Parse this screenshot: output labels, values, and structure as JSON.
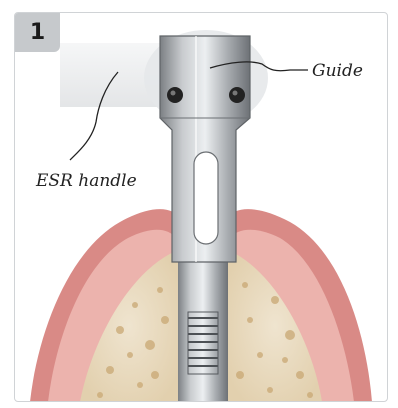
{
  "figure": {
    "step_number": "1",
    "labels": {
      "guide": "Guide",
      "handle": "ESR handle"
    }
  }
}
